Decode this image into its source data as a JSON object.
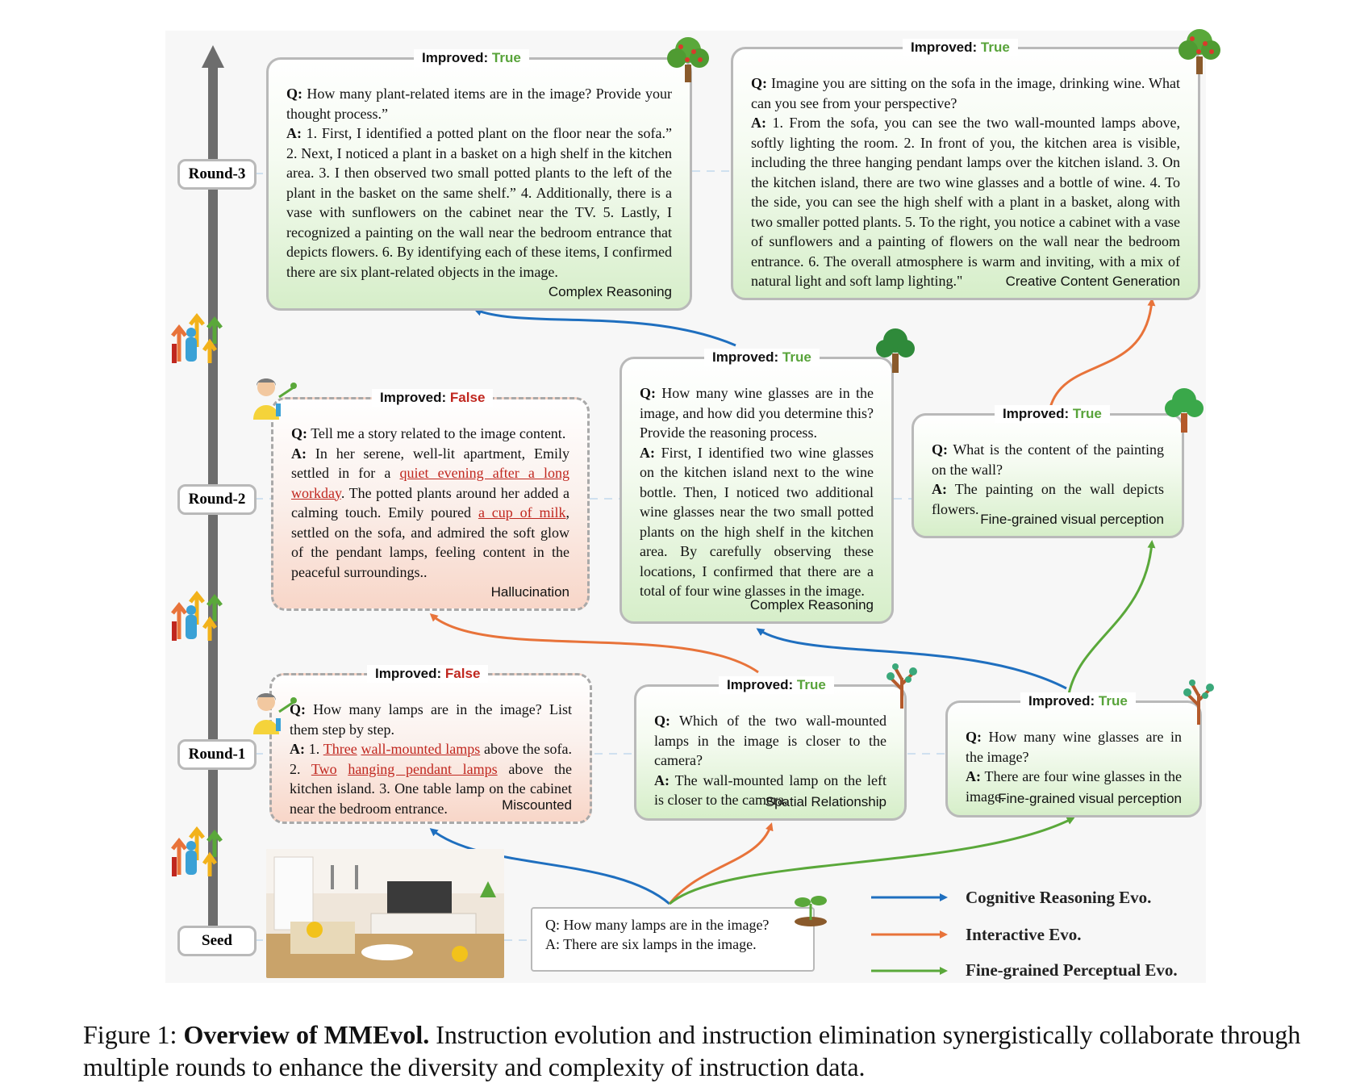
{
  "rounds": [
    "Round-3",
    "Round-2",
    "Round-1",
    "Seed"
  ],
  "improved_label": "Improved:",
  "status": {
    "true": "True",
    "false": "False"
  },
  "colors": {
    "cognitive": "#1f6fbf",
    "interactive": "#e8733a",
    "perceptual": "#5aa83a",
    "true": "#58a33a",
    "false": "#c0271f"
  },
  "icons": {
    "progress_arrows": "people-arrows-icon",
    "tree_large": "tree-icon",
    "tree_small": "young-tree-icon",
    "sprout": "sprout-icon",
    "gardener": "gardener-icon",
    "room_photo": "living-room-photo"
  },
  "cards": {
    "r3_left": {
      "q": "How many plant-related items are in the image? Provide your thought process.”",
      "a": "1. First, I identified a potted plant on the floor near the sofa.” 2. Next, I noticed a plant in a basket on a high shelf in the kitchen area. 3. I then observed two small potted plants to the left of the plant in the basket on the same shelf.” 4. Additionally, there is a vase with sunflowers on the cabinet near the TV. 5. Lastly, I recognized a painting on the wall near the bedroom entrance that depicts flowers. 6. By identifying each of these items, I confirmed there are six plant-related objects in the image.",
      "category": "Complex Reasoning"
    },
    "r3_right": {
      "q": "Imagine you are sitting on the sofa in the image, drinking wine. What can you see from your perspective?",
      "a": "1. From the sofa, you can see the two wall-mounted lamps above, softly lighting the room. 2. In front of you, the kitchen area is visible, including the three hanging pendant lamps over the kitchen island. 3. On the kitchen island, there are two wine glasses and a bottle of wine. 4. To the side, you can see the high shelf with a plant in a basket, along with two smaller potted plants. 5. To the right, you notice a cabinet with a vase of sunflowers and a painting of flowers on the wall near the bedroom entrance. 6. The overall atmosphere is warm and inviting, with a mix of natural light and soft lamp lighting.\"",
      "category": "Creative Content Generation"
    },
    "r2_left": {
      "q": "Tell me a story related to the image content.",
      "a1": "In her serene, well-lit apartment, Emily settled in for a",
      "a_err1": "quiet evening after a long workday",
      "a2": ". The potted plants around her added a calming touch. Emily poured",
      "a_err2": "a cup of milk",
      "a3": ", settled on the sofa, and admired the soft glow of the pendant lamps, feeling content in the peaceful surroundings..",
      "category": "Hallucination"
    },
    "r2_mid": {
      "q": "How many wine glasses are in the image, and how did you determine this? Provide the reasoning process.",
      "a": "First, I identified two wine glasses on the kitchen island next to the wine bottle. Then, I noticed two additional wine glasses near the two small potted plants on the high shelf in the kitchen area. By carefully observing these locations, I confirmed that there are a total of four wine glasses in the image.",
      "category": "Complex Reasoning"
    },
    "r2_right": {
      "q": "What is the content of the painting on the wall?",
      "a": "The painting on the wall depicts flowers.",
      "category": "Fine-grained visual perception"
    },
    "r1_left": {
      "q": "How many lamps are in the image? List them step by step.",
      "a1": "1.",
      "a_err1": "Three",
      "a2": "",
      "a_err2": "wall-mounted lamps",
      "a3": "above the sofa. 2.",
      "a_err3": "Two",
      "a4": "",
      "a_err4": "hanging pendant lamps",
      "a5": "above the kitchen island. 3. One table lamp on the cabinet near the bedroom entrance.",
      "category": "Miscounted"
    },
    "r1_mid": {
      "q": "Which of the two wall-mounted lamps in the image is closer to the camera?",
      "a": "The wall-mounted lamp on the left is closer to the camera.",
      "category": "Spatial Relationship"
    },
    "r1_right": {
      "q": "How many wine glasses are in the image?",
      "a": "There are four wine glasses in the image.",
      "category": "Fine-grained visual perception"
    },
    "seed": {
      "q": "Q: How many lamps are in the image?",
      "a": "A: There are six lamps in the image."
    }
  },
  "labels": {
    "q": "Q:",
    "a": "A:"
  },
  "legend": [
    "Cognitive Reasoning Evo.",
    "Interactive Evo.",
    "Fine-grained Perceptual Evo."
  ],
  "caption": {
    "prefix": "Figure 1:",
    "title": "Overview of MMEvol.",
    "text": "Instruction evolution and instruction elimination synergistically collaborate through multiple rounds to enhance the diversity and complexity of instruction data."
  }
}
